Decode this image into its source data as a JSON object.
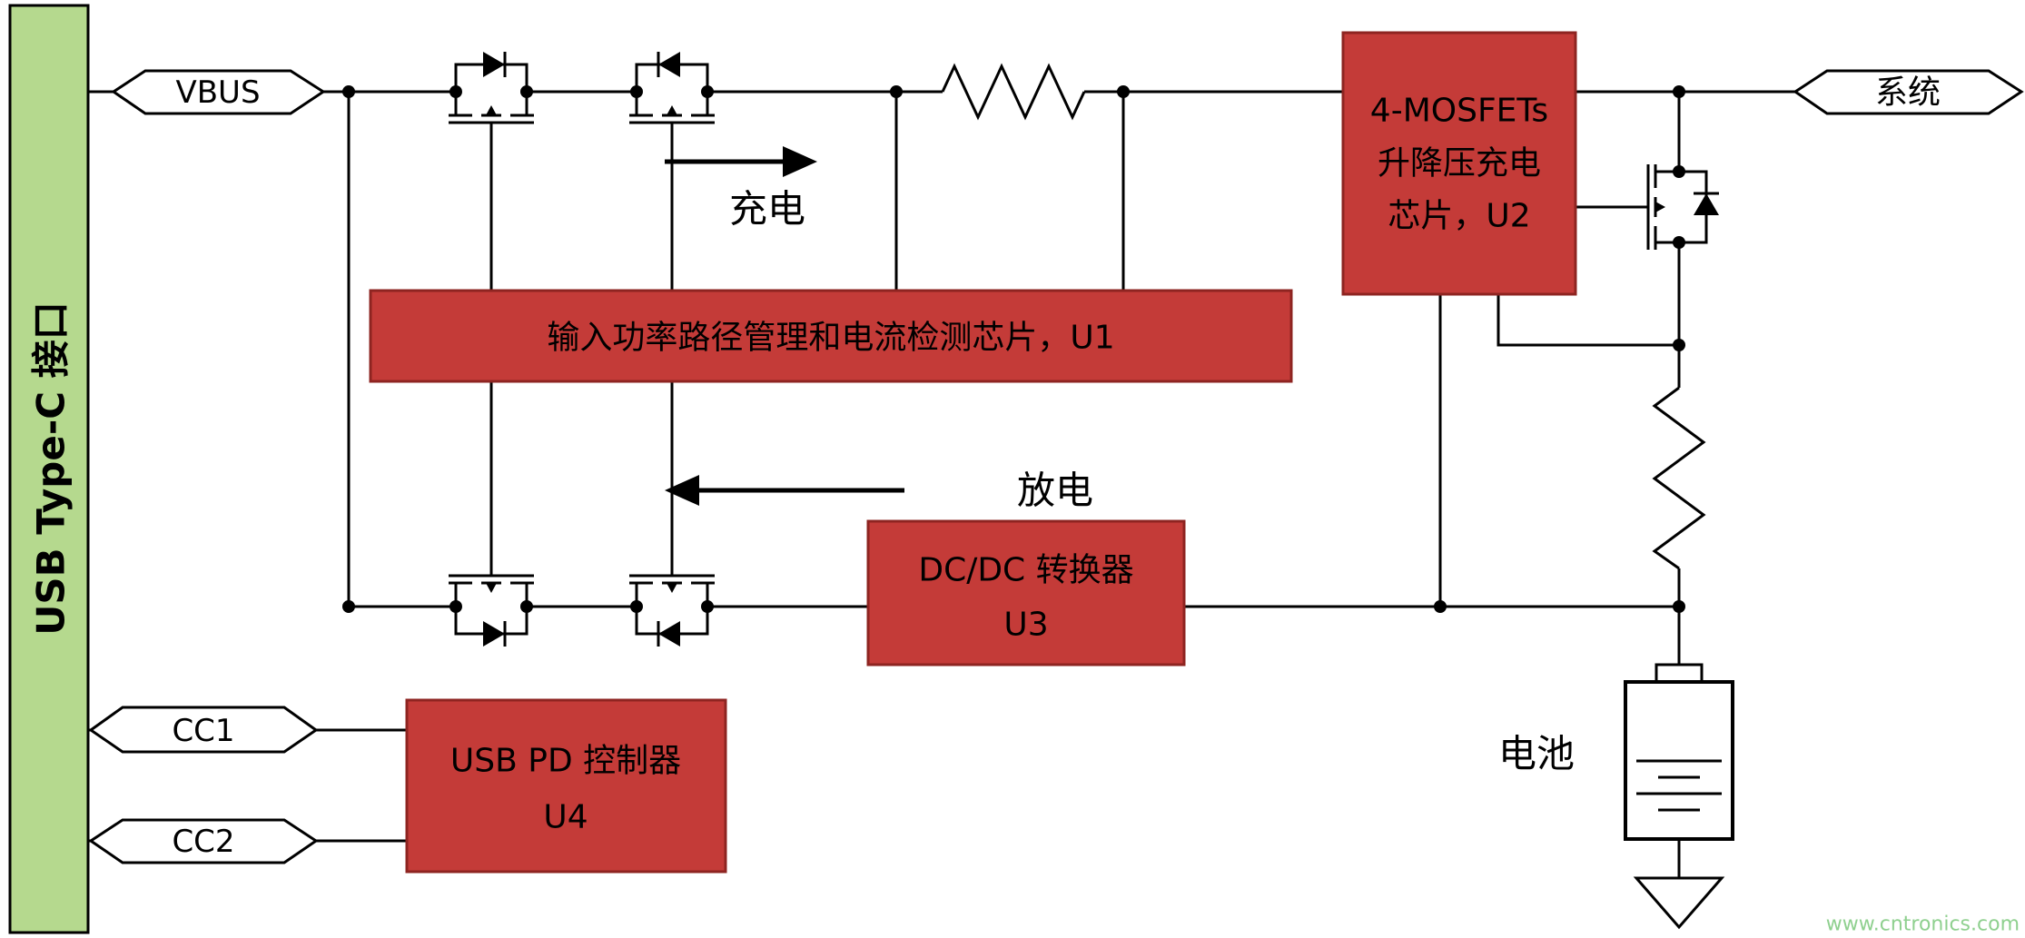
{
  "diagram": {
    "port_label": "USB Type-C 接口",
    "connectors": {
      "vbus": "VBUS",
      "cc1": "CC1",
      "cc2": "CC2",
      "system": "系统"
    },
    "blocks": {
      "u1": {
        "label": "输入功率路径管理和电流检测芯片，U1"
      },
      "u2": {
        "line1": "4-MOSFETs",
        "line2": "升降压充电",
        "line3": "芯片，U2"
      },
      "u3": {
        "line1": "DC/DC 转换器",
        "line2": "U3"
      },
      "u4": {
        "line1": "USB PD 控制器",
        "line2": "U4"
      }
    },
    "annotations": {
      "charge": "充电",
      "discharge": "放电",
      "battery": "电池"
    },
    "watermark": "www.cntronics.com",
    "colors": {
      "block_red": "#c43b38",
      "port_green": "#b5d98e",
      "wire_black": "#000000",
      "watermark_green": "#8fd08f"
    }
  }
}
